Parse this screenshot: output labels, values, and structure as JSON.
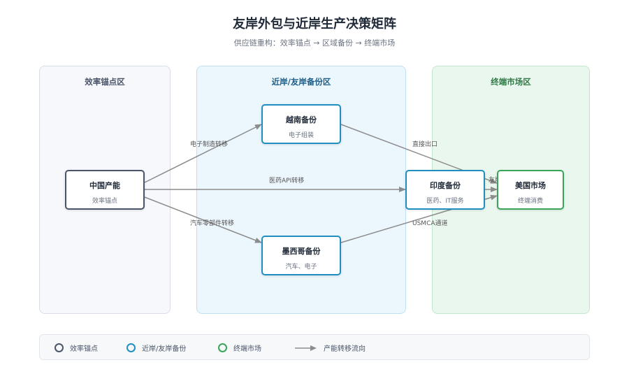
{
  "title": "友岸外包与近岸生产决策矩阵",
  "subtitle": "供应链重构：效率锚点 → 区域备份 → 终端市场",
  "zones": {
    "efficiency": "效率锚点区",
    "nearshore": "近岸/友岸备份区",
    "endmarket": "终端市场区"
  },
  "nodes": {
    "china": {
      "title": "中国产能",
      "sub": "效率锚点"
    },
    "vietnam": {
      "title": "越南备份",
      "sub": "电子组装"
    },
    "mexico": {
      "title": "墨西哥备份",
      "sub": "汽车、电子"
    },
    "india": {
      "title": "印度备份",
      "sub": "医药、IT服务"
    },
    "usa": {
      "title": "美国市场",
      "sub": "终端消费"
    }
  },
  "edges": {
    "china_vietnam": "电子制造转移",
    "china_india": "医药API转移",
    "china_mexico": "汽车零部件转移",
    "vietnam_usa": "直接出口",
    "india_usa": "友岸贸易",
    "mexico_usa": "USMCA通道"
  },
  "legend": {
    "efficiency": "效率锚点",
    "nearshore": "近岸/友岸备份",
    "endmarket": "终端市场",
    "flow": "产能转移流向"
  },
  "colors": {
    "efficiency": "#4a5568",
    "nearshore": "#1f8fc0",
    "endmarket": "#38a559",
    "edge": "#8c8c8c"
  }
}
